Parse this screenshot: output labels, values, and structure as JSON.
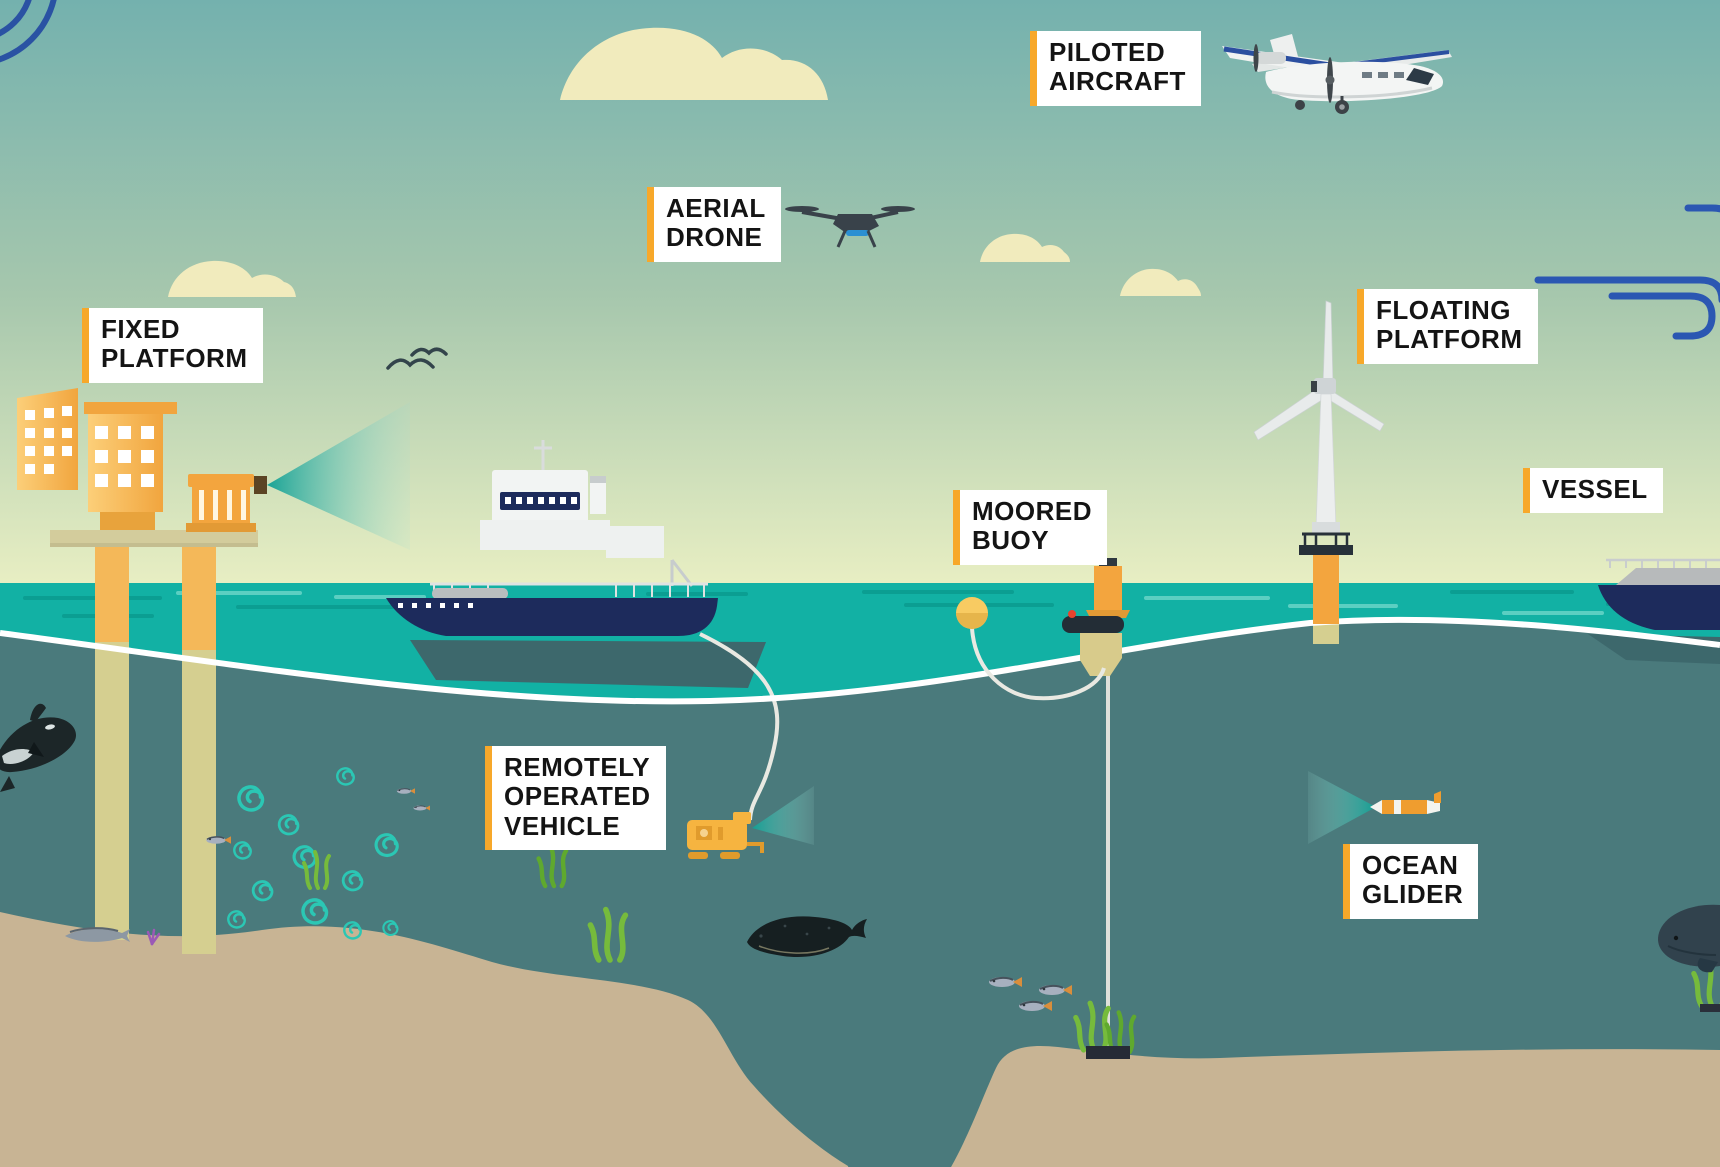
{
  "title": "Ocean observing technologies illustration",
  "labels": {
    "fixed_platform": {
      "line1": "FIXED",
      "line2": "PLATFORM"
    },
    "aerial_drone": {
      "line1": "AERIAL",
      "line2": "DRONE"
    },
    "piloted_aircraft": {
      "line1": "PILOTED",
      "line2": "AIRCRAFT"
    },
    "floating_platform": {
      "line1": "FLOATING",
      "line2": "PLATFORM"
    },
    "vessel": {
      "line1": "VESSEL"
    },
    "moored_buoy": {
      "line1": "MOORED",
      "line2": "BUOY"
    },
    "remotely_operated_vehicle": {
      "line1": "REMOTELY",
      "line2": "OPERATED",
      "line3": "VEHICLE"
    },
    "ocean_glider": {
      "line1": "OCEAN",
      "line2": "GLIDER"
    }
  },
  "colors": {
    "label_accent": "#F7A82A",
    "label_text": "#141414",
    "sky_top": "#74B1AE",
    "sky_horizon": "#E9EFC3",
    "sea_surface": "#12B1A4",
    "deep_water": "#4A7A7C",
    "seafloor_sand": "#C8B494",
    "hull_navy": "#1D2B5C",
    "platform_orange": "#F3A53E",
    "beam_teal": "#0FA094",
    "wind_line_blue": "#2B57B2",
    "swirl_teal": "#2BC7B4",
    "seaweed_green": "#76BB3C",
    "cloud_yellow": "#F1EBBD"
  }
}
